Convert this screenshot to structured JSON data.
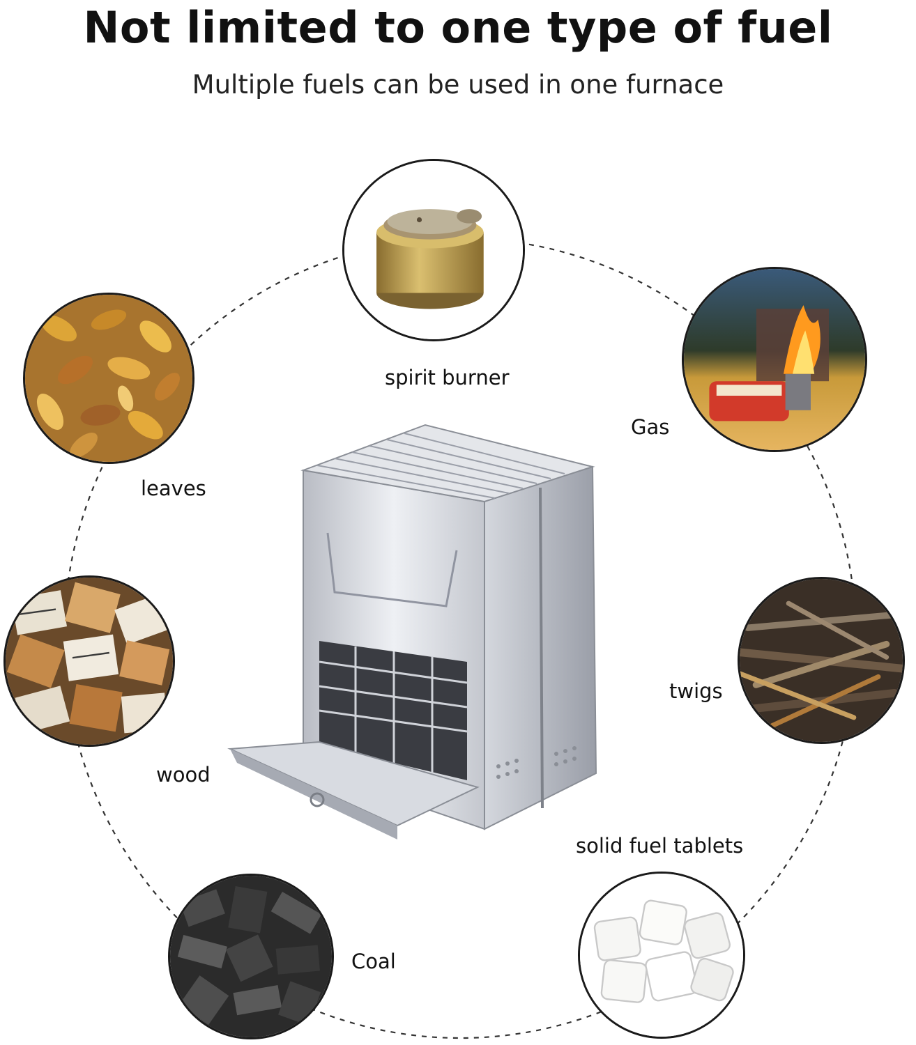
{
  "header": {
    "title": "Not limited to one type of fuel",
    "subtitle": "Multiple fuels can be used in one furnace"
  },
  "fuels": [
    {
      "key": "spirit_burner",
      "label": "spirit burner",
      "icon": "spirit-burner-photo"
    },
    {
      "key": "gas",
      "label": "Gas",
      "icon": "gas-canister-photo"
    },
    {
      "key": "leaves",
      "label": "leaves",
      "icon": "dry-leaves-photo"
    },
    {
      "key": "twigs",
      "label": "twigs",
      "icon": "twigs-photo"
    },
    {
      "key": "wood",
      "label": "wood",
      "icon": "firewood-photo"
    },
    {
      "key": "solid_fuel_tablets",
      "label": "solid fuel tablets",
      "icon": "fuel-tablets-photo"
    },
    {
      "key": "coal",
      "label": "Coal",
      "icon": "charcoal-photo"
    }
  ],
  "product": {
    "icon": "folding-stainless-steel-stove-photo"
  },
  "colors": {
    "ring": "#333333",
    "border": "#1a1a1a",
    "steel": "#c9ccd2"
  }
}
